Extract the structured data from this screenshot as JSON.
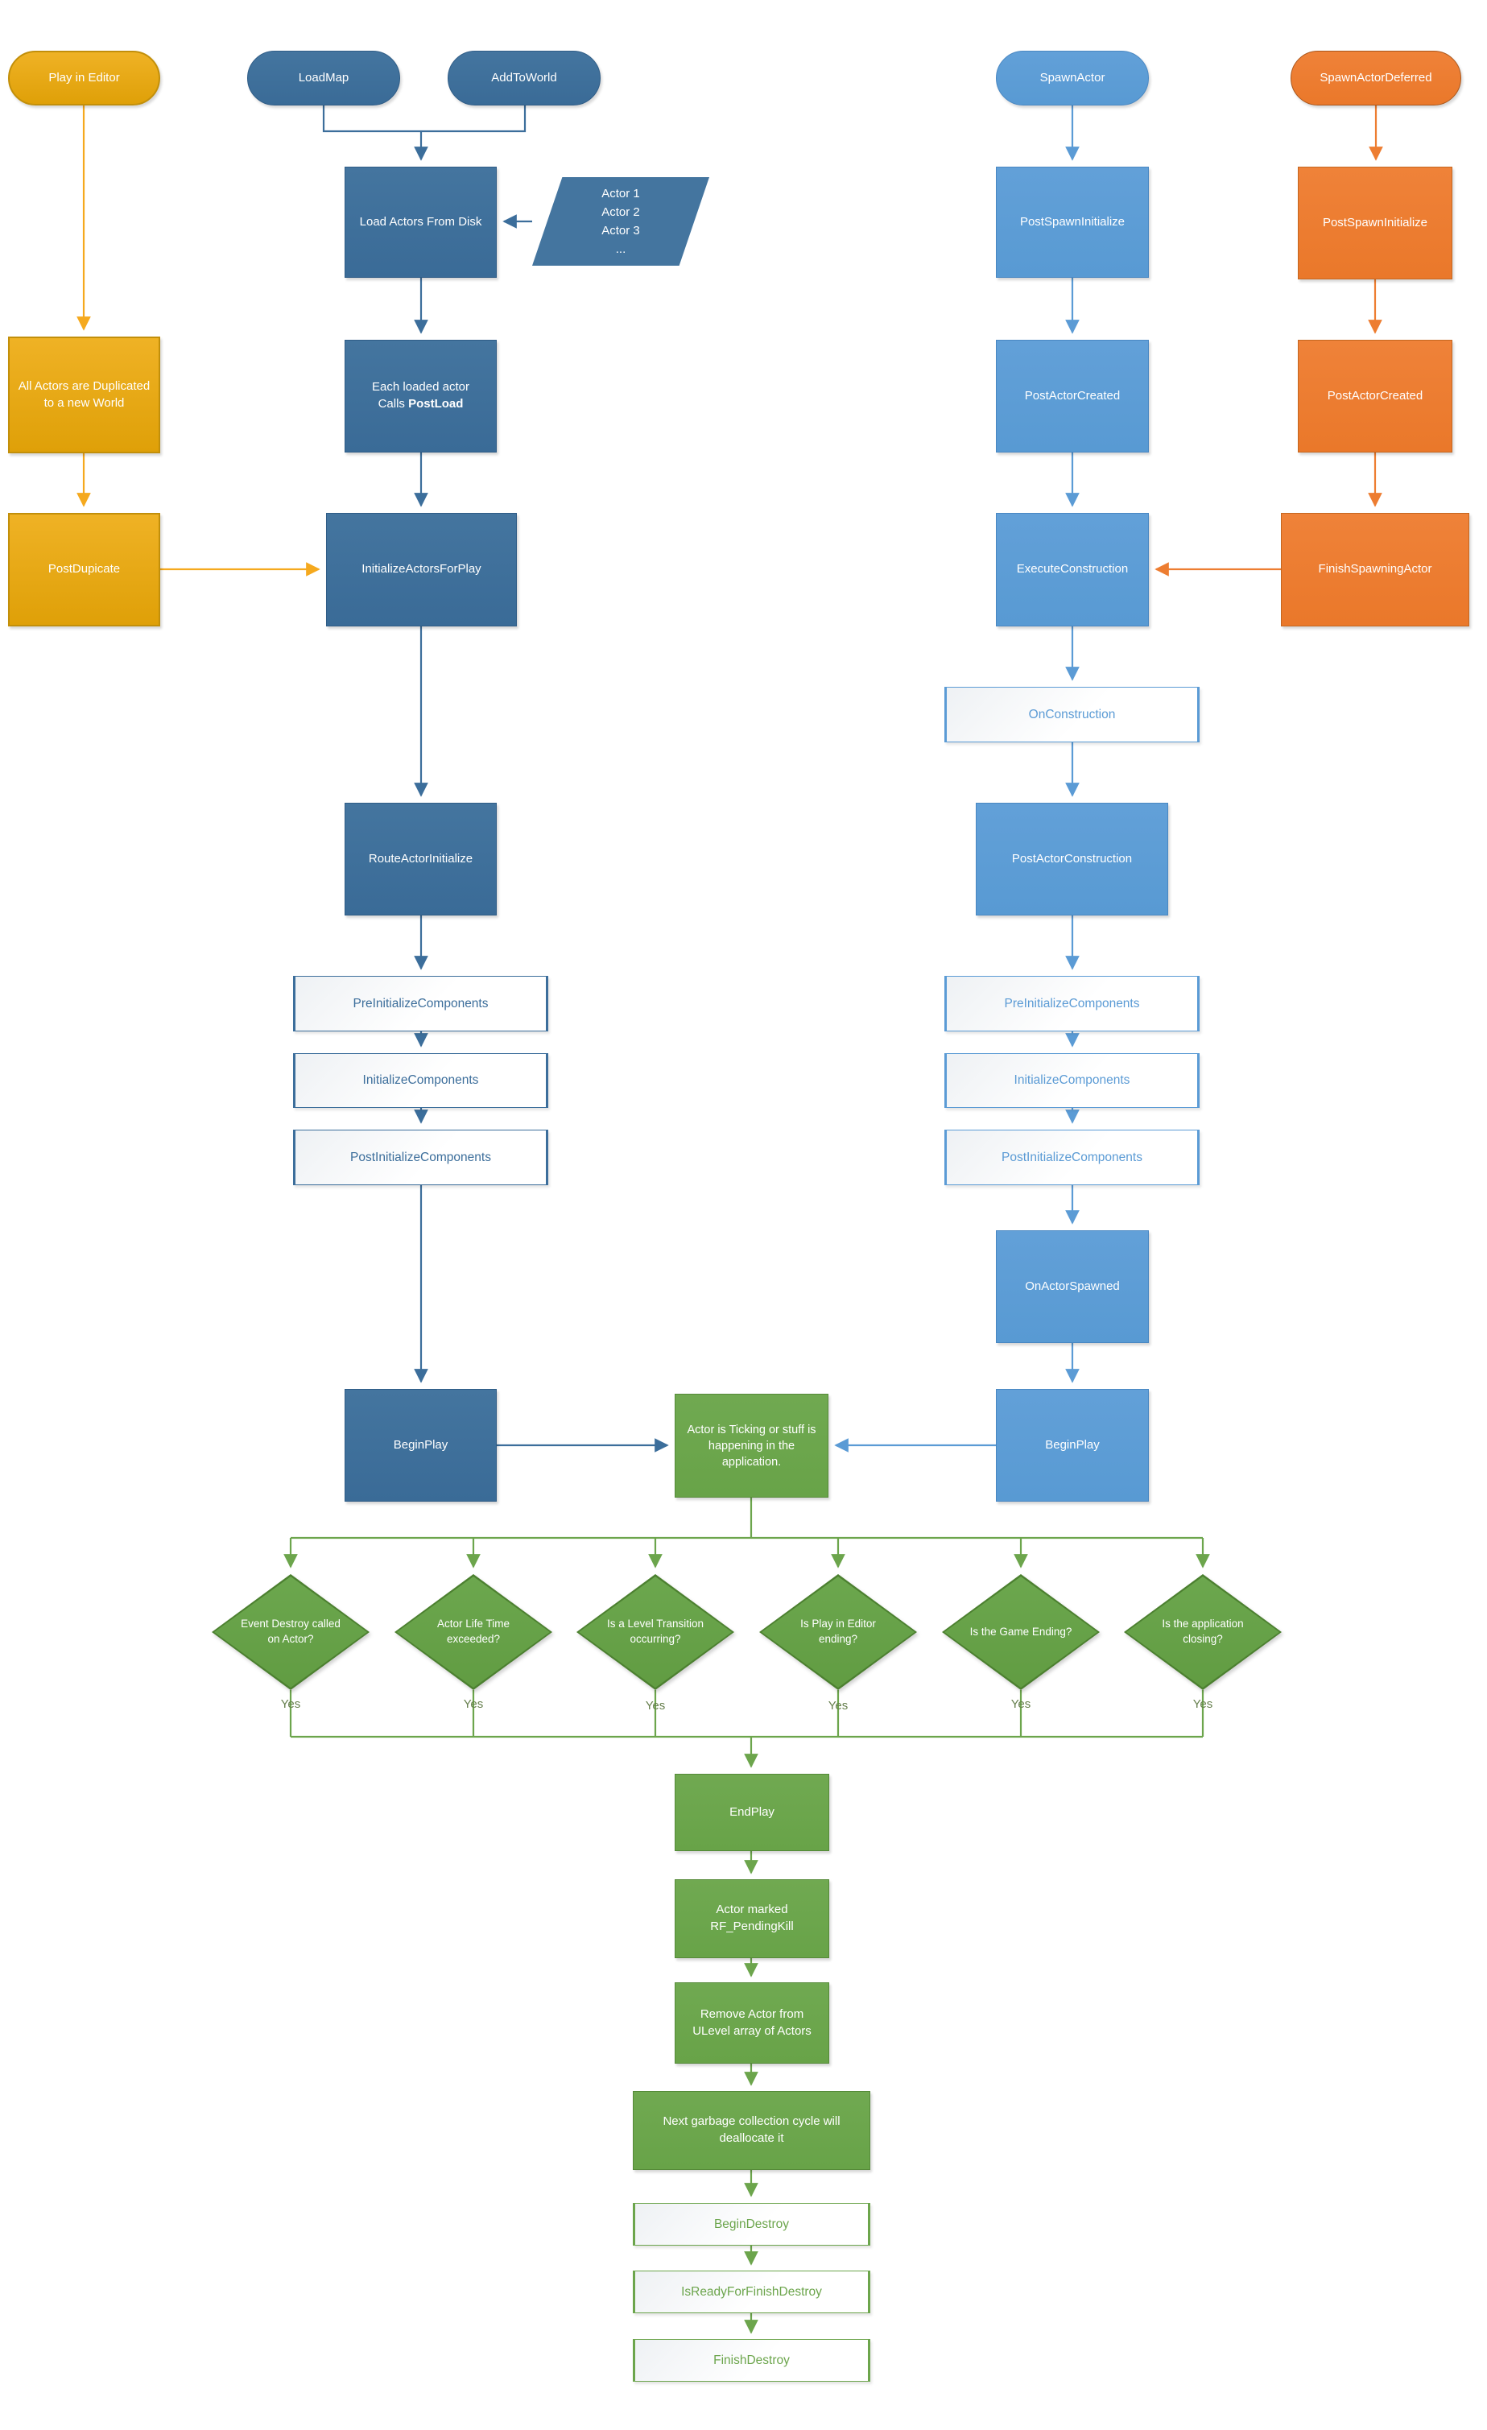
{
  "colors": {
    "gold": "#E4A713",
    "dark_blue": "#3C6E9B",
    "light_blue": "#5B9BD5",
    "orange": "#ED7D31",
    "green": "#67A349",
    "yes_label_text": "#667F4D"
  },
  "editor_flow": {
    "play_in_editor": "Play in Editor",
    "all_actors_duplicated": "All Actors are Duplicated to a new World",
    "post_dupicate": "PostDupicate"
  },
  "load_flow": {
    "load_map": "LoadMap",
    "add_to_world": "AddToWorld",
    "load_actors_from_disk": "Load Actors From Disk",
    "actor_list": {
      "line1": "Actor 1",
      "line2": "Actor 2",
      "line3": "Actor 3",
      "line4": "..."
    },
    "each_loaded_actor_line1": "Each loaded actor",
    "each_loaded_actor_line2_prefix": "Calls ",
    "each_loaded_actor_line2_bold": "PostLoad",
    "initialize_actors_for_play": "InitializeActorsForPlay",
    "route_actor_initialize": "RouteActorInitialize",
    "pre_initialize_components": "PreInitializeComponents",
    "initialize_components": "InitializeComponents",
    "post_initialize_components": "PostInitializeComponents",
    "begin_play": "BeginPlay"
  },
  "spawn_flow": {
    "spawn_actor": "SpawnActor",
    "post_spawn_initialize": "PostSpawnInitialize",
    "post_actor_created": "PostActorCreated",
    "execute_construction": "ExecuteConstruction",
    "on_construction": "OnConstruction",
    "post_actor_construction": "PostActorConstruction",
    "pre_initialize_components": "PreInitializeComponents",
    "initialize_components": "InitializeComponents",
    "post_initialize_components": "PostInitializeComponents",
    "on_actor_spawned": "OnActorSpawned",
    "begin_play": "BeginPlay"
  },
  "deferred_flow": {
    "spawn_actor_deferred": "SpawnActorDeferred",
    "post_spawn_initialize": "PostSpawnInitialize",
    "post_actor_created": "PostActorCreated",
    "finish_spawning_actor": "FinishSpawningActor"
  },
  "ticking_state": "Actor is Ticking or stuff is happening in the application.",
  "decisions": {
    "event_destroy": "Event Destroy called on Actor?",
    "life_time": "Actor Life Time exceeded?",
    "level_transition": "Is a Level Transition occurring?",
    "pie_ending": "Is Play in Editor ending?",
    "game_ending": "Is the Game Ending?",
    "app_closing": "Is the application closing?",
    "yes_label": "Yes"
  },
  "destroy_flow": {
    "end_play": "EndPlay",
    "actor_marked_pending_kill": "Actor marked RF_PendingKill",
    "remove_from_ulevel": "Remove Actor from ULevel array of Actors",
    "next_gc": "Next garbage collection cycle will deallocate it",
    "begin_destroy": "BeginDestroy",
    "is_ready_for_finish_destroy": "IsReadyForFinishDestroy",
    "finish_destroy": "FinishDestroy"
  }
}
